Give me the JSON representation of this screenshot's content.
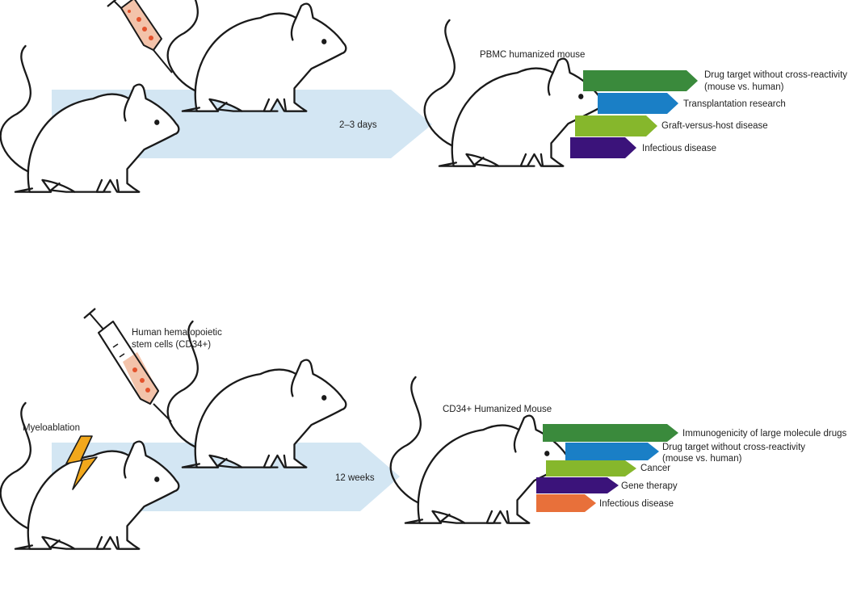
{
  "colors": {
    "band": "#d3e6f3",
    "green_dark": "#3a8a3c",
    "blue": "#1a7fc6",
    "green_light": "#86b72c",
    "purple": "#3b137a",
    "orange": "#e8703a",
    "bolt": "#f2a81c",
    "syringe_fill": "#f3c3aa",
    "syringe_dot": "#e4522c"
  },
  "icons": [
    "syringe-icon",
    "mouse-icon",
    "lightning-bolt-icon"
  ],
  "panel_pbmc": {
    "duration": "2–3 days",
    "model_name": "PBMC humanized mouse",
    "applications": [
      {
        "lines": [
          "Drug target without cross-reactivity",
          "(mouse vs. human)"
        ],
        "color": "green_dark"
      },
      {
        "lines": [
          "Transplantation research"
        ],
        "color": "blue"
      },
      {
        "lines": [
          "Graft-versus-host disease"
        ],
        "color": "green_light"
      },
      {
        "lines": [
          "Infectious disease"
        ],
        "color": "purple"
      }
    ]
  },
  "panel_cd34": {
    "injection_label": [
      "Human hematopoietic",
      "stem cells (CD34+)"
    ],
    "pretreatment": "Myeloablation",
    "duration": "12 weeks",
    "model_name": "CD34+ Humanized Mouse",
    "applications": [
      {
        "lines": [
          "Immunogenicity of large molecule drugs"
        ],
        "color": "green_dark"
      },
      {
        "lines": [
          "Drug target without cross-reactivity",
          "(mouse vs. human)"
        ],
        "color": "blue"
      },
      {
        "lines": [
          "Cancer"
        ],
        "color": "green_light"
      },
      {
        "lines": [
          "Gene therapy"
        ],
        "color": "purple"
      },
      {
        "lines": [
          "Infectious disease"
        ],
        "color": "orange"
      }
    ]
  }
}
